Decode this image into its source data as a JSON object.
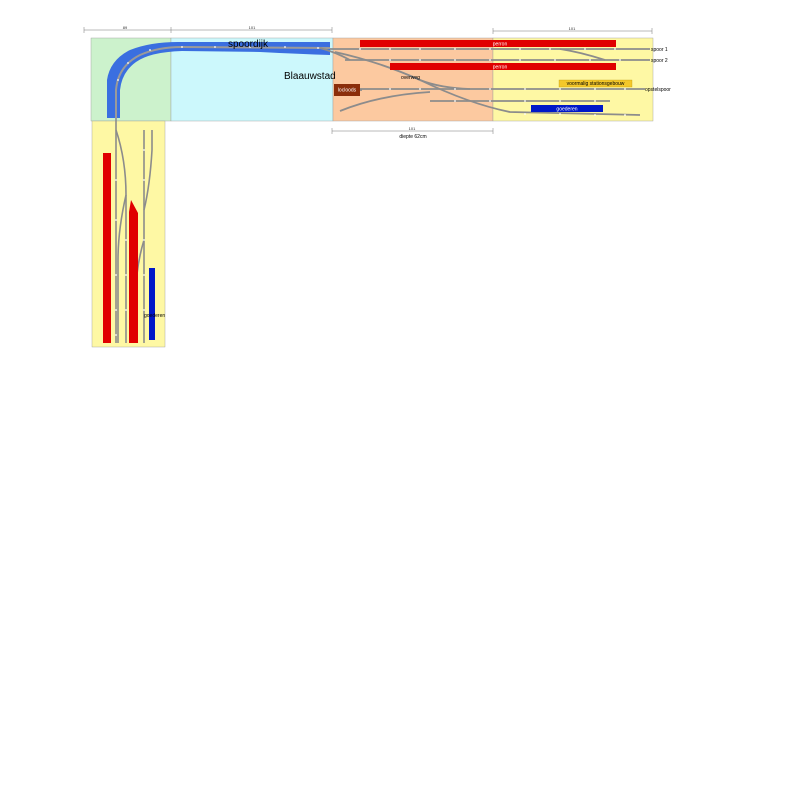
{
  "colors": {
    "green_zone": "#ccf2cc",
    "cyan_zone": "#ccf8fc",
    "orange_zone": "#fcc9a0",
    "yellow_zone": "#fef8a4",
    "embankment": "#3a6fe0",
    "track": "#8c8c8c",
    "platform": "#e00000",
    "goods": "#0018c8",
    "station_building": "#f4c82a",
    "loco_shed": "#8b2e0a"
  },
  "labels": {
    "spoordijk": "spoordijk",
    "blaauwstad": "Blaauwstad",
    "overweg": "overweg",
    "locloods": "locloods",
    "perron_top": "perron",
    "perron_middle": "perron",
    "spoor_1": "spoor 1",
    "spoor_2": "spoor 2",
    "voormalig_stationsgebouw": "voormalig stationsgebouw",
    "opstelspoor": "opstelspoor",
    "goederen_right": "goederen",
    "goederen_left": "goederen",
    "diepte": "diepte 62cm"
  },
  "dimensions": {
    "dim_1": "89",
    "dim_2": "101",
    "dim_3": "101",
    "dim_4": "101"
  }
}
